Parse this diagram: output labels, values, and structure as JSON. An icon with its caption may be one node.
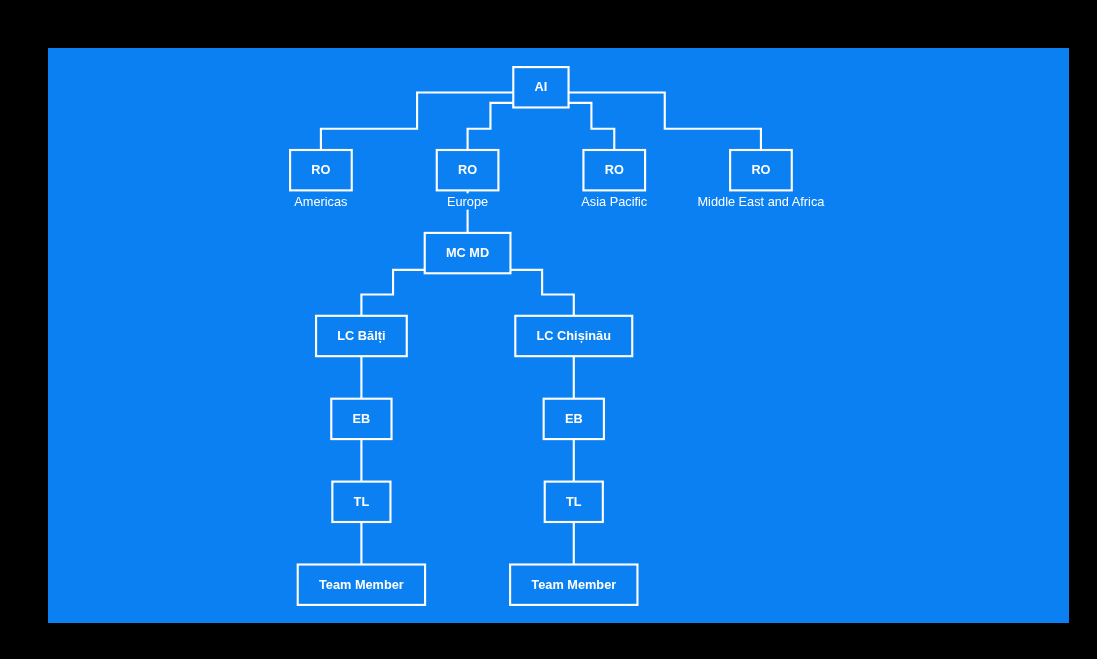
{
  "diagram": {
    "nodes": [
      {
        "text": [
          "AI"
        ]
      },
      {
        "text": [
          "RO"
        ],
        "beside": [
          "Americas"
        ]
      },
      {
        "text": [
          "RO"
        ],
        "beside": [
          "Europe"
        ]
      },
      {
        "text": [
          "RO"
        ],
        "beside": [
          "Asia Pacific"
        ]
      },
      {
        "text": [
          "RO"
        ],
        "beside": [
          "Middle East and Africa"
        ]
      },
      {
        "text": [
          "MC MD"
        ]
      },
      {
        "text": [
          "LC Bălți"
        ]
      },
      {
        "text": [
          "LC Chișinău"
        ]
      },
      {
        "text": [
          "EB"
        ]
      },
      {
        "text": [
          "TL"
        ]
      },
      {
        "text": [
          "Team Member"
        ]
      },
      {
        "text": [
          "EB"
        ]
      },
      {
        "text": [
          "TL"
        ]
      },
      {
        "text": [
          "Team Member"
        ]
      }
    ],
    "edges": [
      {
        "from": 0,
        "to": 1,
        "arrow": "none"
      },
      {
        "from": 0,
        "to": 2,
        "arrow": "none"
      },
      {
        "from": 0,
        "to": 3,
        "arrow": "none"
      },
      {
        "from": 0,
        "to": 4,
        "arrow": "none"
      },
      {
        "from": 2,
        "to": 5,
        "arrow": "none"
      },
      {
        "from": 5,
        "to": 6,
        "arrow": "none"
      },
      {
        "from": 5,
        "to": 7,
        "arrow": "none"
      },
      {
        "from": 6,
        "to": 8,
        "arrow": "none"
      },
      {
        "from": 8,
        "to": 9,
        "arrow": "none"
      },
      {
        "from": 9,
        "to": 10,
        "arrow": "none"
      },
      {
        "from": 7,
        "to": 11,
        "arrow": "none"
      },
      {
        "from": 11,
        "to": 12,
        "arrow": "none"
      },
      {
        "from": 12,
        "to": 13,
        "arrow": "none"
      }
    ]
  }
}
